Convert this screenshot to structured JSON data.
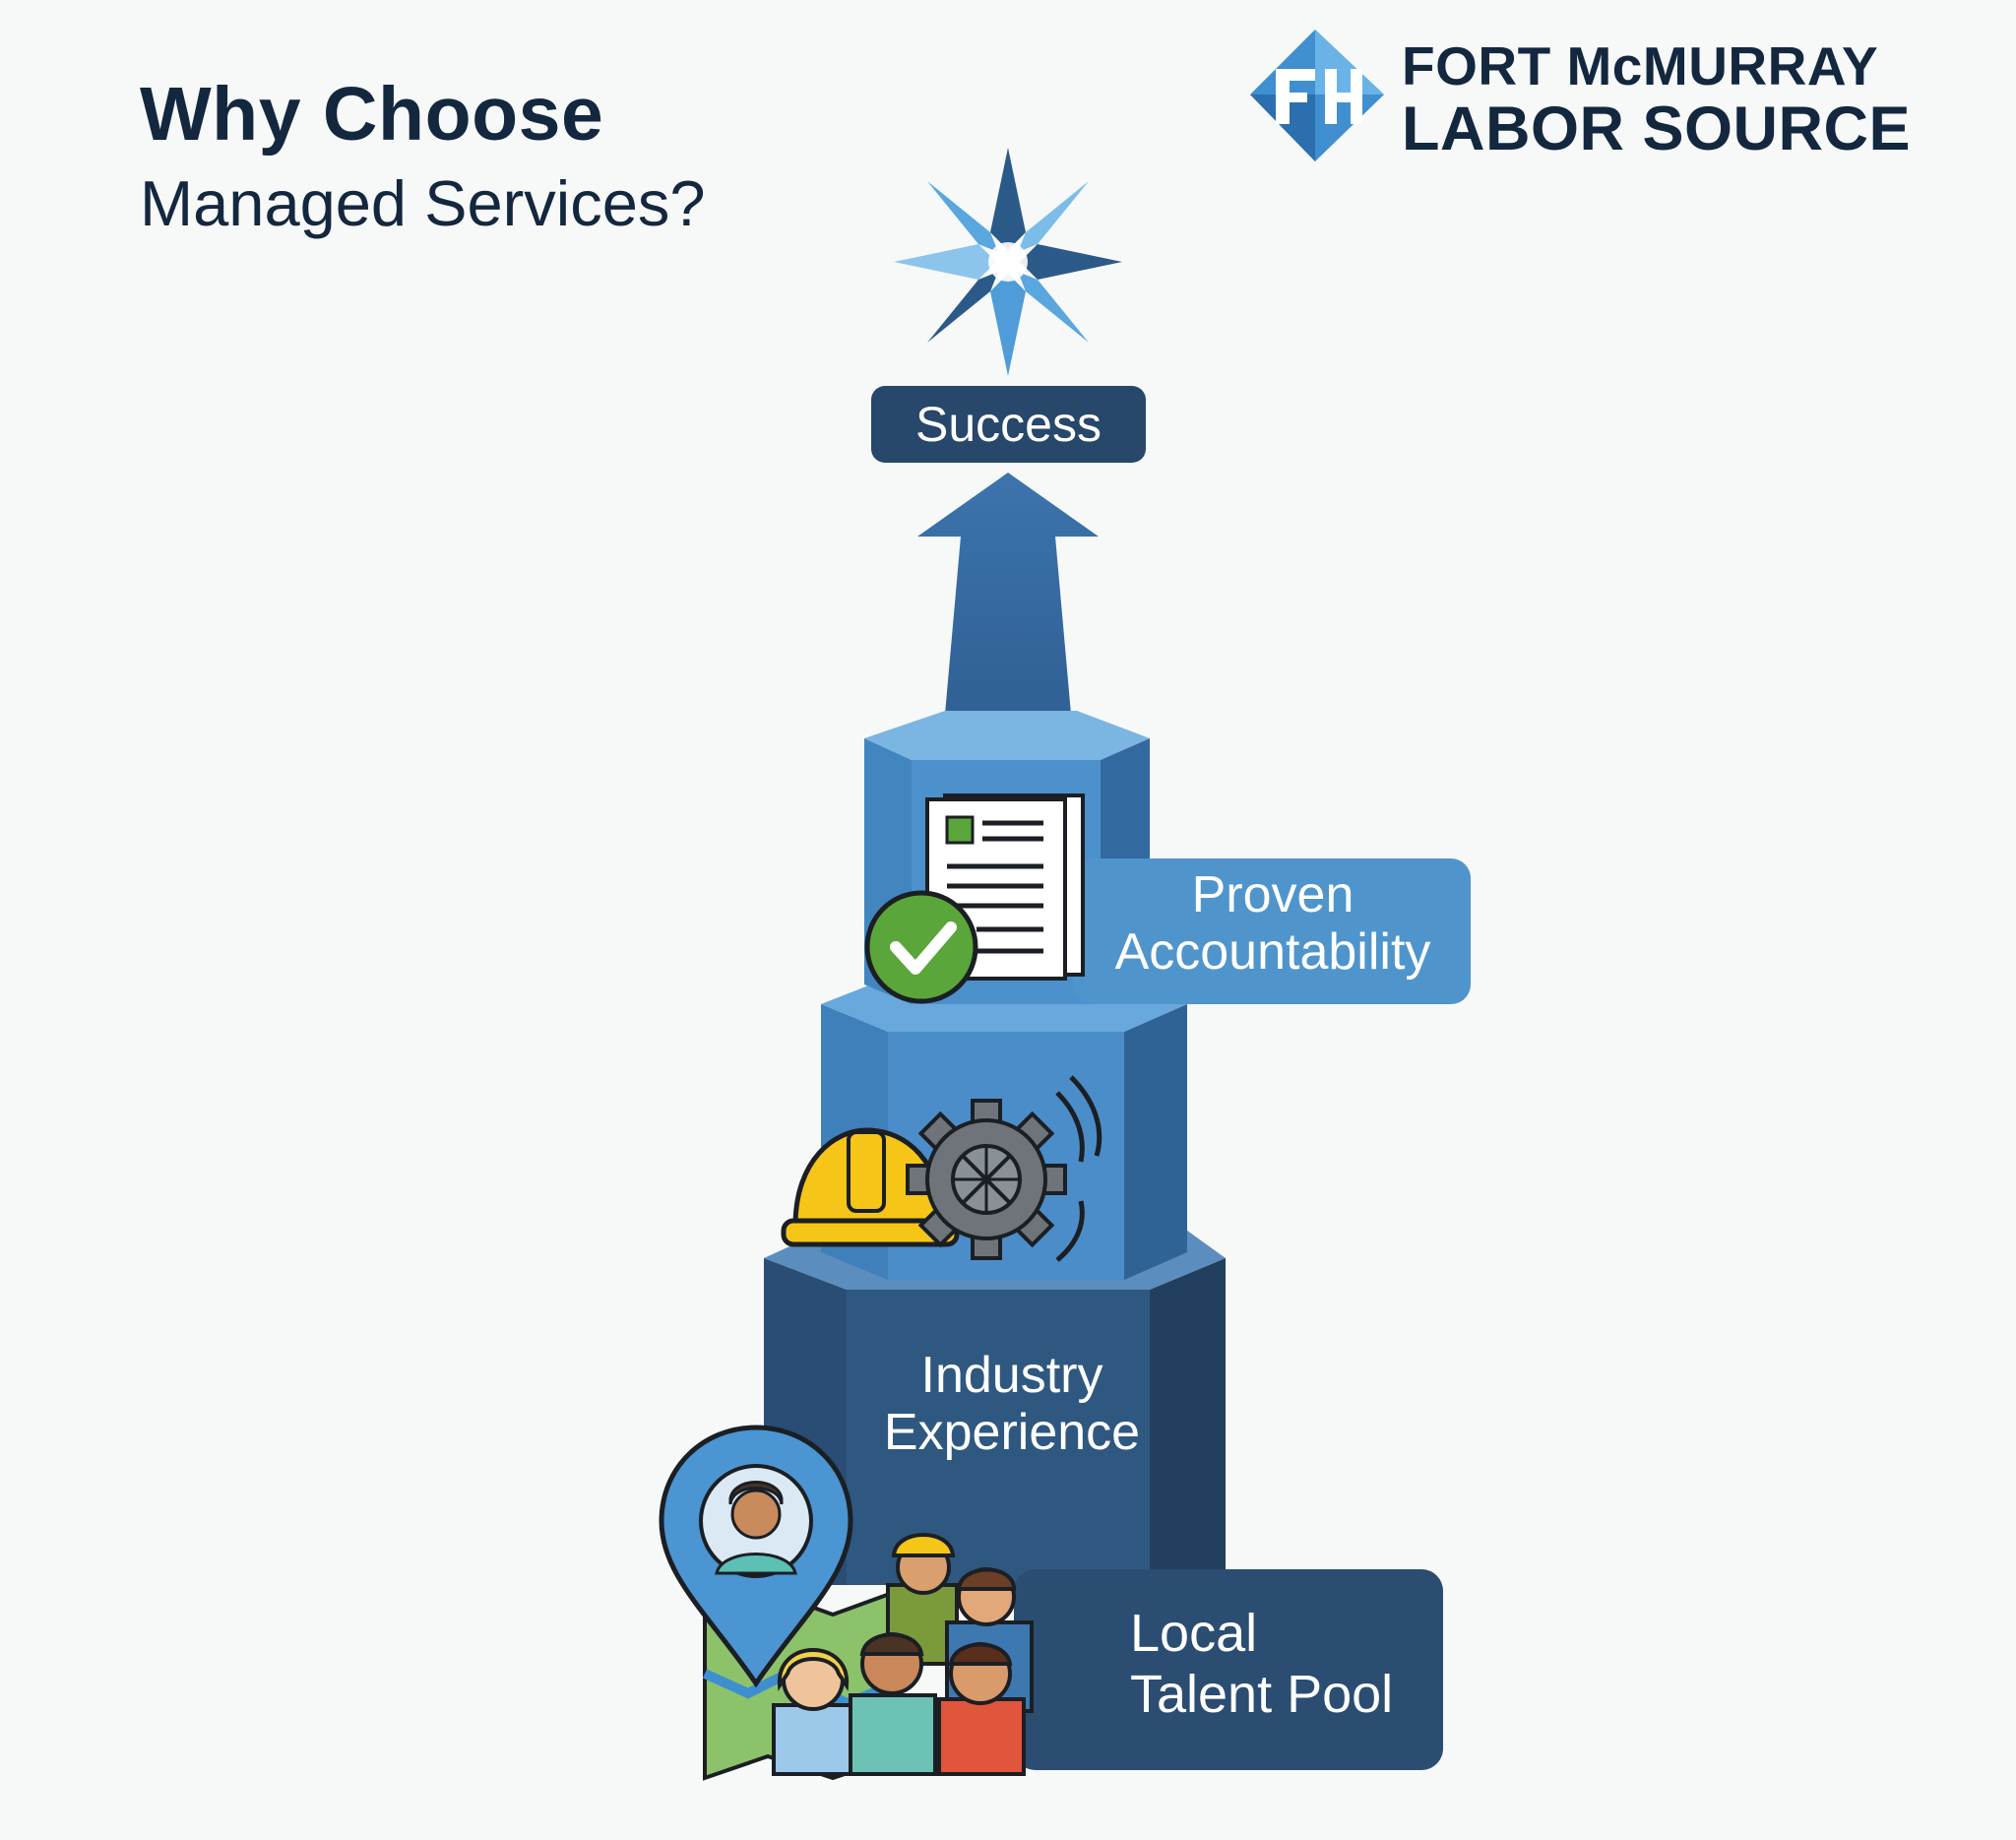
{
  "title": {
    "line1": "Why Choose",
    "line2": "Managed Services?"
  },
  "logo": {
    "line1": "FORT McMURRAY",
    "line2": "LABOR SOURCE"
  },
  "steps": {
    "success": "Success",
    "proven": {
      "line1": "Proven",
      "line2": "Accountability"
    },
    "industry": {
      "line1": "Industry",
      "line2": "Experience"
    },
    "local": {
      "line1": "Local",
      "line2": "Talent Pool"
    }
  },
  "colors": {
    "navy": "#13273f",
    "dark_blue": "#2f5880",
    "mid_blue": "#3d78b1",
    "light_blue": "#4f95cc",
    "check_green": "#5aa63a",
    "helmet_yellow": "#f5c518",
    "gear_gray": "#6e747a"
  },
  "icons": [
    "star-icon",
    "logo-mark-icon",
    "document-check-icon",
    "hard-hat-icon",
    "gear-icon",
    "location-pin-icon",
    "workers-group-icon",
    "map-icon"
  ]
}
